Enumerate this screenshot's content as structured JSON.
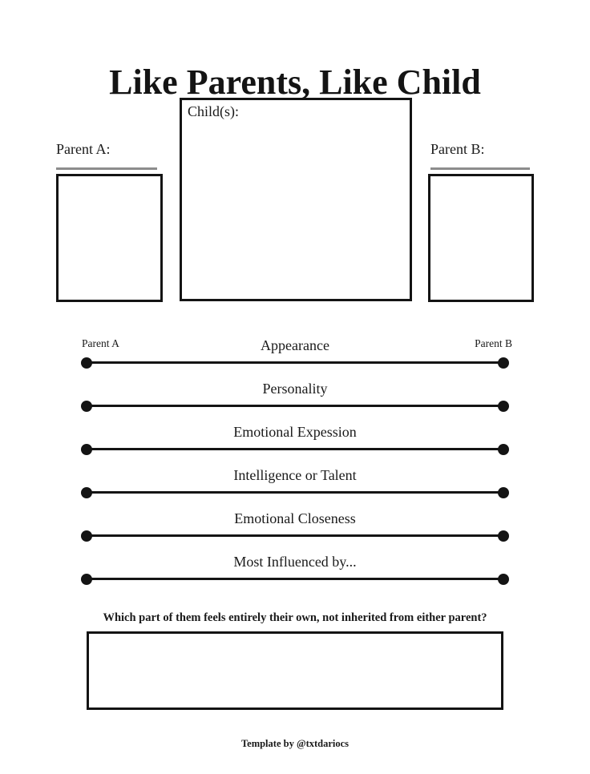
{
  "page": {
    "title": "Like Parents, Like Child",
    "footer": "Template by @txtdariocs"
  },
  "boxes": {
    "child_label": "Child(s):",
    "parent_a_label": "Parent A:",
    "parent_b_label": "Parent B:"
  },
  "sliders": {
    "left_end_label": "Parent A",
    "right_end_label": "Parent B",
    "items": [
      {
        "label": "Appearance"
      },
      {
        "label": "Personality"
      },
      {
        "label": "Emotional Expession"
      },
      {
        "label": "Intelligence or Talent"
      },
      {
        "label": "Emotional Closeness"
      },
      {
        "label": "Most Influenced by..."
      }
    ]
  },
  "question": {
    "prompt": "Which part of them feels entirely their own, not inherited from either parent?"
  },
  "colors": {
    "ink": "#141414",
    "underline_gray": "#8c8c8c",
    "background": "#ffffff"
  }
}
